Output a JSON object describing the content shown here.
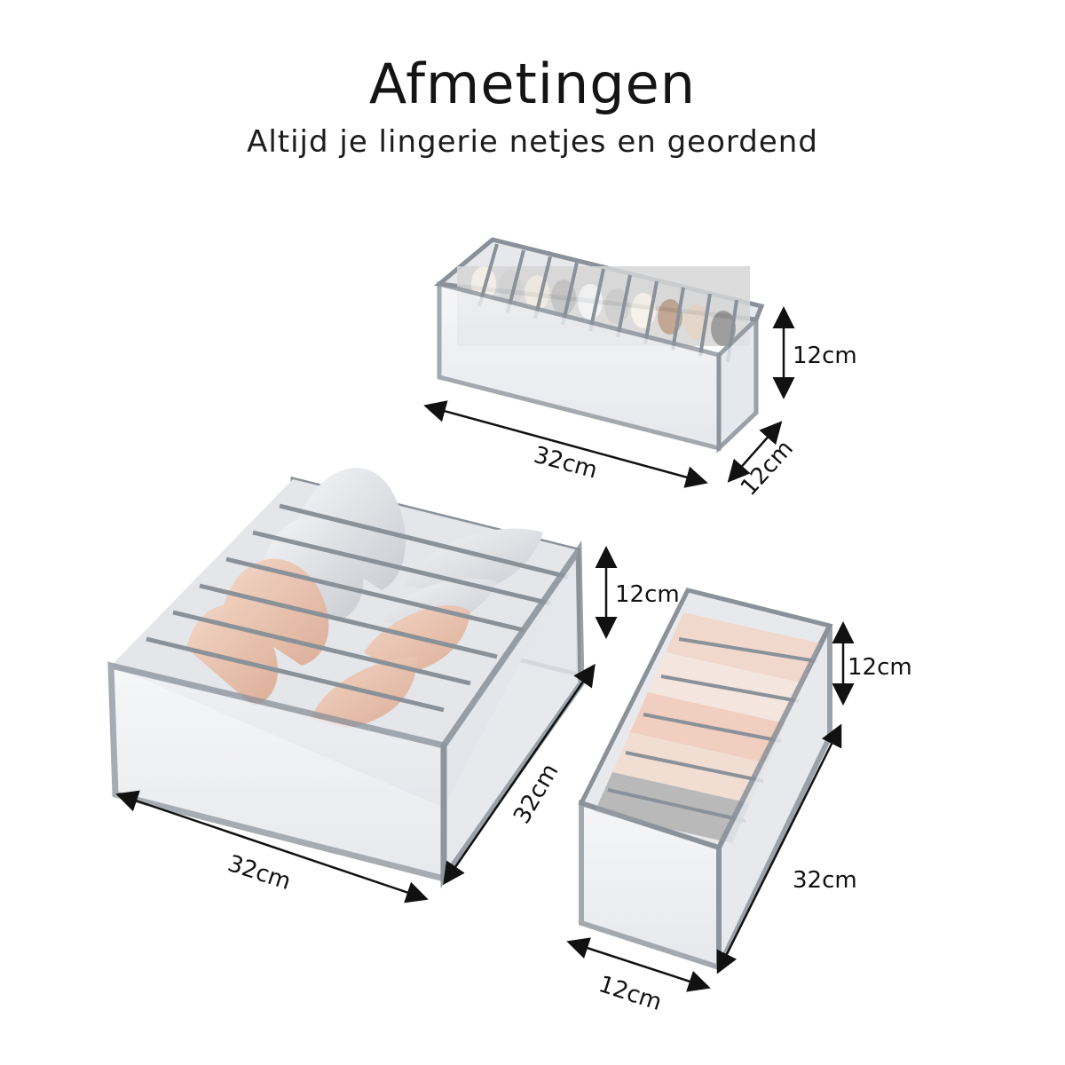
{
  "header": {
    "title": "Afmetingen",
    "subtitle": "Altijd je lingerie netjes en geordend"
  },
  "organizers": [
    {
      "name": "sock-organizer",
      "height_label": "12cm",
      "length_label": "32cm",
      "width_label": "12cm"
    },
    {
      "name": "bra-organizer",
      "height_label": "12cm",
      "length_label": "32cm",
      "width_label": "32cm"
    },
    {
      "name": "underwear-organizer",
      "height_label": "12cm",
      "length_label": "32cm",
      "width_label": "12cm"
    }
  ],
  "colors": {
    "frame": "#8a9199",
    "mesh": "#e9ebef",
    "bra_nude": "#ecc7b3",
    "bra_white": "#e4e6ea"
  }
}
